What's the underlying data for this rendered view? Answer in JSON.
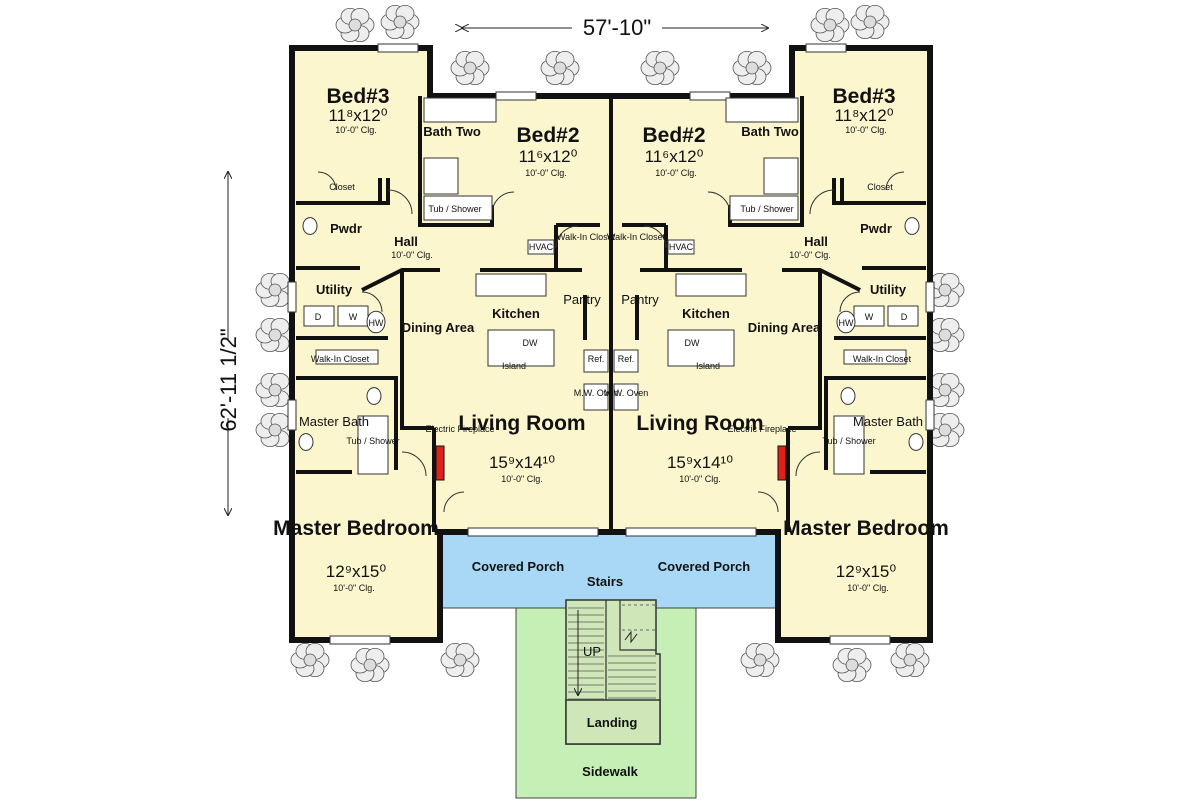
{
  "dimensions": {
    "width": "57'-10\"",
    "height": "62'-11 1/2\""
  },
  "colors": {
    "room": "#fbf6cd",
    "porch": "#a8d8f5",
    "sidewalk": "#c6efb6",
    "landing": "#cfe6b9",
    "wall": "#111111",
    "fireplace": "#e0211b",
    "plant": "#dddddd"
  },
  "units": {
    "left": {
      "bed3": {
        "name": "Bed#3",
        "size": "11⁸x12⁰",
        "clg": "10'-0\" Clg."
      },
      "bath_two": {
        "name": "Bath Two"
      },
      "bed2": {
        "name": "Bed#2",
        "size": "11⁶x12⁰",
        "clg": "10'-0\" Clg."
      },
      "closet": "Closet",
      "tub": "Tub / Shower",
      "pwdr": "Pwdr",
      "hall": {
        "name": "Hall",
        "clg": "10'-0\" Clg."
      },
      "hvac": "HVAC",
      "walkin": "Walk-In Closet",
      "utility": "Utility",
      "d": "D",
      "w": "W",
      "hw": "HW",
      "pantry": "Pantry",
      "kitchen": "Kitchen",
      "dining": "Dining Area",
      "dw": "DW",
      "island": "Island",
      "ref": "Ref.",
      "mw": "M.W. Oven",
      "mwalkin": "Walk-In Closet",
      "mbath": "Master Bath",
      "mtub": "Tub / Shower",
      "fireplace": "Electric Fireplace",
      "living": {
        "name": "Living Room",
        "size": "15⁹x14¹⁰",
        "clg": "10'-0\" Clg."
      },
      "master": {
        "name": "Master Bedroom",
        "size": "12⁹x15⁰",
        "clg": "10'-0\" Clg."
      },
      "porch": "Covered Porch"
    },
    "right": {
      "bed3": {
        "name": "Bed#3",
        "size": "11⁸x12⁰",
        "clg": "10'-0\" Clg."
      },
      "bath_two": {
        "name": "Bath Two"
      },
      "bed2": {
        "name": "Bed#2",
        "size": "11⁶x12⁰",
        "clg": "10'-0\" Clg."
      },
      "closet": "Closet",
      "tub": "Tub / Shower",
      "pwdr": "Pwdr",
      "hall": {
        "name": "Hall",
        "clg": "10'-0\" Clg."
      },
      "hvac": "HVAC",
      "walkin": "Walk-In Closet",
      "utility": "Utility",
      "d": "D",
      "w": "W",
      "hw": "HW",
      "pantry": "Pantry",
      "kitchen": "Kitchen",
      "dining": "Dining Area",
      "dw": "DW",
      "island": "Island",
      "ref": "Ref.",
      "mw": "M.W. Oven",
      "mwalkin": "Walk-In Closet",
      "mbath": "Master Bath",
      "mtub": "Tub / Shower",
      "fireplace": "Electric Fireplace",
      "living": {
        "name": "Living Room",
        "size": "15⁹x14¹⁰",
        "clg": "10'-0\" Clg."
      },
      "master": {
        "name": "Master Bedroom",
        "size": "12⁹x15⁰",
        "clg": "10'-0\" Clg."
      },
      "porch": "Covered Porch"
    }
  },
  "stairs": {
    "label": "Stairs",
    "up": "UP",
    "landing": "Landing"
  },
  "sidewalk": "Sidewalk"
}
